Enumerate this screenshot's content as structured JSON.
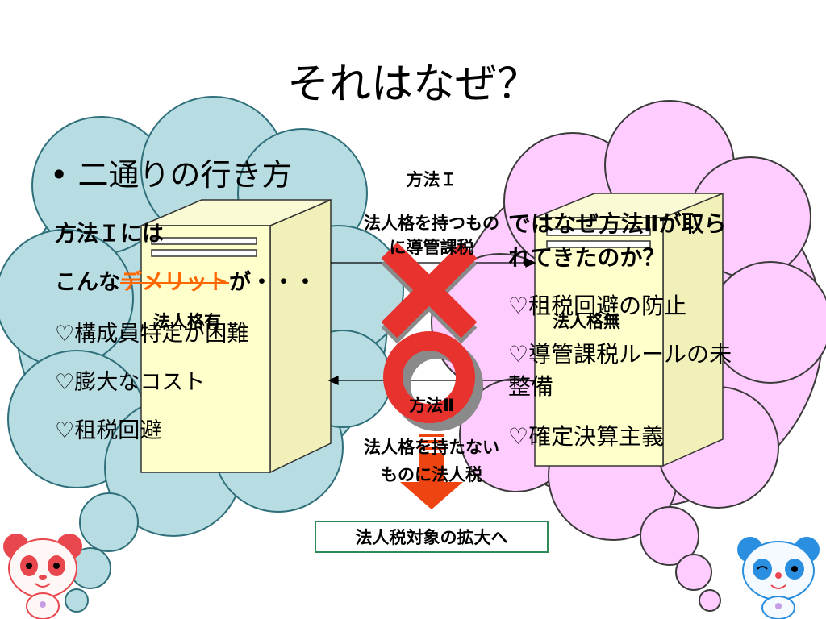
{
  "slide": {
    "title": "それはなぜ？",
    "bullet": "二通りの行き方",
    "left_cloud": {
      "line1": "方法Ｉには",
      "line2_pre": "こんな",
      "line2_highlight": "デメリット",
      "line2_post": "が・・・",
      "items": [
        "♡構成員特定が困難",
        "♡膨大なコスト",
        "♡租税回避"
      ],
      "building_label": "法人格有"
    },
    "center": {
      "method1_title": "方法Ｉ",
      "method1_desc_1": "法人格を持つもの",
      "method1_desc_2": "に導管課税",
      "method2_title": "方法Ⅱ",
      "method2_desc_1": "法人格を持たない",
      "method2_desc_2": "ものに法人税",
      "result_box": "法人税対象の拡大へ"
    },
    "right_cloud": {
      "question_1": "ではなぜ方法Ⅱが取ら",
      "question_2": "れてきたのか？",
      "items": [
        "♡租税回避の防止",
        "♡導管課税ルールの未",
        "整備",
        "♡確定決算主義"
      ],
      "building_label": "法人格無"
    },
    "colors": {
      "left_cloud": "#b7dde3",
      "right_cloud": "#ffccff",
      "building": "#ffffcc",
      "cross": "#e8322d",
      "circle": "#e8322d",
      "arrow": "#ee4411",
      "highlight": "#ff6600"
    }
  }
}
